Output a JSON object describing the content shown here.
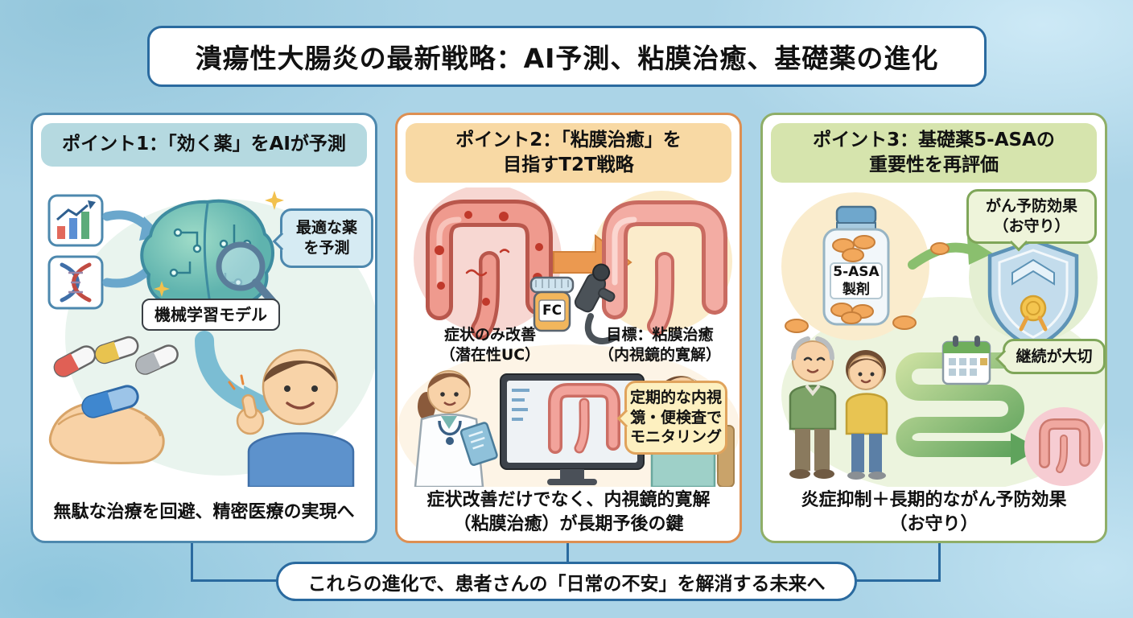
{
  "title": "潰瘍性大腸炎の最新戦略：AI予測、粘膜治癒、基礎薬の進化",
  "footer": "これらの進化で、患者さんの「日常の不安」を解消する未来へ",
  "panel1": {
    "header": "ポイント1：「効く薬」をAIが予測",
    "bubble": "最適な薬\nを予測",
    "model_label": "機械学習モデル",
    "caption": "無駄な治療を回避、精密医療の実現へ"
  },
  "panel2": {
    "header": "ポイント2：「粘膜治癒」を\n目指すT2T戦略",
    "label_left": "症状のみ改善\n（潜在性UC）",
    "label_right": "目標：粘膜治癒\n（内視鏡的寛解）",
    "jar_label": "FC",
    "bubble": "定期的な内視\n鏡・便検査で\nモニタリング",
    "caption": "症状改善だけでなく、内視鏡的寛解\n（粘膜治癒）が長期予後の鍵"
  },
  "panel3": {
    "header": "ポイント3：基礎薬5-ASAの\n重要性を再評価",
    "bottle_label": "5-ASA\n製剤",
    "bubble_top": "がん予防効果\n（お守り）",
    "bubble_mid": "継続が大切",
    "caption": "炎症抑制＋長期的ながん予防効果\n（お守り）"
  },
  "colors": {
    "background": "#abd4e7",
    "banner_border": "#2a6a9f",
    "panel1_border": "#4d88ae",
    "panel1_header_bg": "#b5d9e0",
    "panel2_border": "#dd8f52",
    "panel2_header_bg": "#f8d9a4",
    "panel3_border": "#8fae68",
    "panel3_header_bg": "#d6e4ad"
  }
}
